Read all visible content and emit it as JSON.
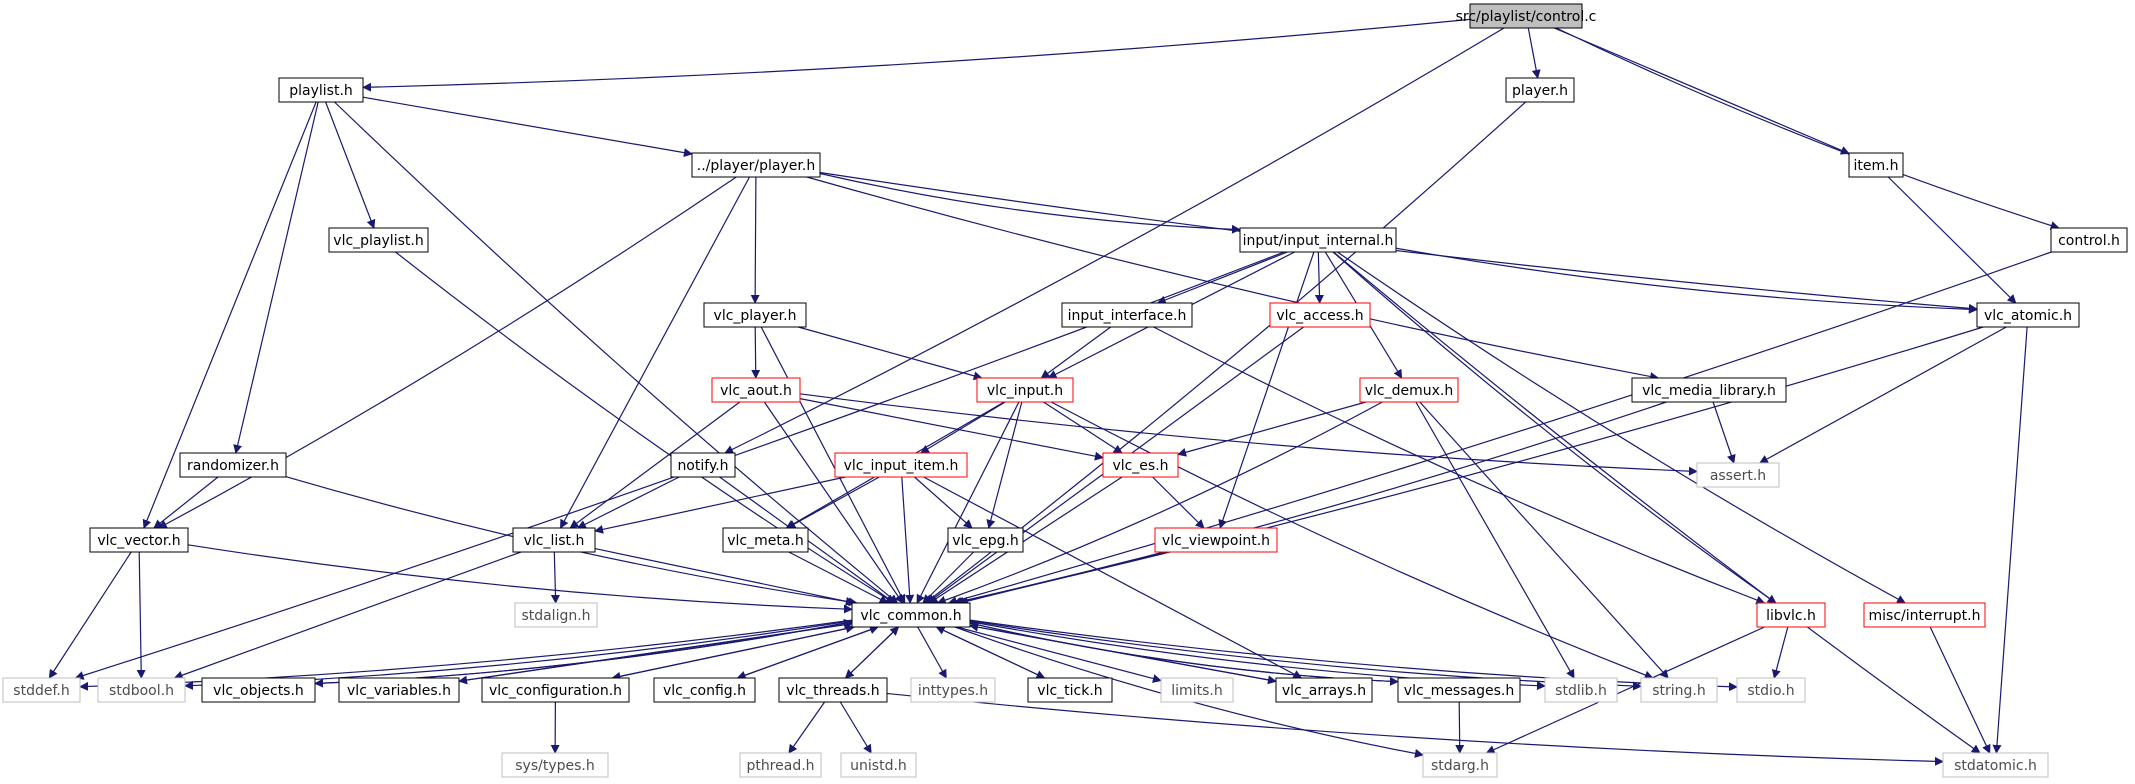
{
  "nodes": {
    "root": "src/playlist/control.c",
    "playlist_h": "playlist.h",
    "player_h": "player.h",
    "item_h": "item.h",
    "control_h": "control.h",
    "player_player_h": "../player/player.h",
    "vlc_playlist_h": "vlc_playlist.h",
    "input_internal_h": "input/input_internal.h",
    "vlc_player_h": "vlc_player.h",
    "input_interface_h": "input_interface.h",
    "vlc_access_h": "vlc_access.h",
    "vlc_atomic_h": "vlc_atomic.h",
    "vlc_aout_h": "vlc_aout.h",
    "vlc_input_h": "vlc_input.h",
    "vlc_demux_h": "vlc_demux.h",
    "vlc_media_library_h": "vlc_media_library.h",
    "randomizer_h": "randomizer.h",
    "notify_h": "notify.h",
    "vlc_input_item_h": "vlc_input_item.h",
    "vlc_es_h": "vlc_es.h",
    "assert_h": "assert.h",
    "vlc_vector_h": "vlc_vector.h",
    "vlc_list_h": "vlc_list.h",
    "vlc_meta_h": "vlc_meta.h",
    "vlc_epg_h": "vlc_epg.h",
    "vlc_viewpoint_h": "vlc_viewpoint.h",
    "stdalign_h": "stdalign.h",
    "vlc_common_h": "vlc_common.h",
    "libvlc_h": "libvlc.h",
    "misc_interrupt_h": "misc/interrupt.h",
    "stddef_h": "stddef.h",
    "stdbool_h": "stdbool.h",
    "vlc_objects_h": "vlc_objects.h",
    "vlc_variables_h": "vlc_variables.h",
    "vlc_configuration_h": "vlc_configuration.h",
    "vlc_config_h": "vlc_config.h",
    "vlc_threads_h": "vlc_threads.h",
    "inttypes_h": "inttypes.h",
    "vlc_tick_h": "vlc_tick.h",
    "limits_h": "limits.h",
    "vlc_arrays_h": "vlc_arrays.h",
    "vlc_messages_h": "vlc_messages.h",
    "stdlib_h": "stdlib.h",
    "string_h": "string.h",
    "stdio_h": "stdio.h",
    "sys_types_h": "sys/types.h",
    "pthread_h": "pthread.h",
    "unistd_h": "unistd.h",
    "stdarg_h": "stdarg.h",
    "stdatomic_h": "stdatomic.h"
  },
  "colors": {
    "edge": "#191970",
    "normal_border": "#000000",
    "truncated_border": "#ff0000",
    "system_border": "#bfbfbf",
    "root_fill": "#bfbfbf"
  },
  "edges": [
    [
      "root",
      "playlist_h"
    ],
    [
      "root",
      "player_h"
    ],
    [
      "root",
      "item_h"
    ],
    [
      "root",
      "control_h"
    ],
    [
      "root",
      "notify_h"
    ],
    [
      "playlist_h",
      "player_player_h"
    ],
    [
      "playlist_h",
      "vlc_playlist_h"
    ],
    [
      "playlist_h",
      "randomizer_h"
    ],
    [
      "playlist_h",
      "vlc_vector_h"
    ],
    [
      "playlist_h",
      "vlc_common_h"
    ],
    [
      "player_h",
      "vlc_common_h"
    ],
    [
      "item_h",
      "vlc_atomic_h"
    ],
    [
      "control_h",
      "vlc_common_h"
    ],
    [
      "player_player_h",
      "input_internal_h"
    ],
    [
      "player_player_h",
      "vlc_player_h"
    ],
    [
      "player_player_h",
      "vlc_list_h"
    ],
    [
      "player_player_h",
      "vlc_vector_h"
    ],
    [
      "player_player_h",
      "vlc_atomic_h"
    ],
    [
      "player_player_h",
      "vlc_media_library_h"
    ],
    [
      "vlc_playlist_h",
      "vlc_common_h"
    ],
    [
      "input_internal_h",
      "input_interface_h"
    ],
    [
      "input_internal_h",
      "vlc_access_h"
    ],
    [
      "input_internal_h",
      "vlc_demux_h"
    ],
    [
      "input_internal_h",
      "vlc_atomic_h"
    ],
    [
      "input_internal_h",
      "vlc_input_h"
    ],
    [
      "input_internal_h",
      "vlc_viewpoint_h"
    ],
    [
      "input_internal_h",
      "libvlc_h"
    ],
    [
      "input_internal_h",
      "misc_interrupt_h"
    ],
    [
      "input_internal_h",
      "stddef_h"
    ],
    [
      "input_internal_h",
      "stdatomic_h"
    ],
    [
      "vlc_player_h",
      "vlc_aout_h"
    ],
    [
      "vlc_player_h",
      "vlc_input_h"
    ],
    [
      "vlc_player_h",
      "vlc_common_h"
    ],
    [
      "input_interface_h",
      "vlc_input_h"
    ],
    [
      "input_interface_h",
      "libvlc_h"
    ],
    [
      "vlc_access_h",
      "vlc_common_h"
    ],
    [
      "vlc_atomic_h",
      "assert_h"
    ],
    [
      "vlc_atomic_h",
      "stdatomic_h"
    ],
    [
      "vlc_atomic_h",
      "vlc_common_h"
    ],
    [
      "vlc_aout_h",
      "vlc_list_h"
    ],
    [
      "vlc_aout_h",
      "vlc_es_h"
    ],
    [
      "vlc_aout_h",
      "assert_h"
    ],
    [
      "vlc_aout_h",
      "vlc_common_h"
    ],
    [
      "vlc_input_h",
      "vlc_input_item_h"
    ],
    [
      "vlc_input_h",
      "vlc_es_h"
    ],
    [
      "vlc_input_h",
      "vlc_meta_h"
    ],
    [
      "vlc_input_h",
      "vlc_epg_h"
    ],
    [
      "vlc_input_h",
      "vlc_common_h"
    ],
    [
      "vlc_input_h",
      "string_h"
    ],
    [
      "vlc_demux_h",
      "vlc_es_h"
    ],
    [
      "vlc_demux_h",
      "vlc_common_h"
    ],
    [
      "vlc_demux_h",
      "stdlib_h"
    ],
    [
      "vlc_demux_h",
      "string_h"
    ],
    [
      "vlc_media_library_h",
      "assert_h"
    ],
    [
      "vlc_media_library_h",
      "vlc_common_h"
    ],
    [
      "randomizer_h",
      "vlc_vector_h"
    ],
    [
      "randomizer_h",
      "vlc_common_h"
    ],
    [
      "notify_h",
      "vlc_list_h"
    ],
    [
      "notify_h",
      "vlc_common_h"
    ],
    [
      "vlc_input_item_h",
      "vlc_list_h"
    ],
    [
      "vlc_input_item_h",
      "vlc_meta_h"
    ],
    [
      "vlc_input_item_h",
      "vlc_epg_h"
    ],
    [
      "vlc_input_item_h",
      "vlc_common_h"
    ],
    [
      "vlc_input_item_h",
      "vlc_arrays_h"
    ],
    [
      "vlc_es_h",
      "vlc_viewpoint_h"
    ],
    [
      "vlc_es_h",
      "vlc_common_h"
    ],
    [
      "vlc_vector_h",
      "stddef_h"
    ],
    [
      "vlc_vector_h",
      "stdbool_h"
    ],
    [
      "vlc_vector_h",
      "vlc_common_h"
    ],
    [
      "vlc_list_h",
      "stdalign_h"
    ],
    [
      "vlc_list_h",
      "vlc_common_h"
    ],
    [
      "vlc_list_h",
      "stdbool_h"
    ],
    [
      "vlc_meta_h",
      "vlc_common_h"
    ],
    [
      "vlc_epg_h",
      "vlc_common_h"
    ],
    [
      "vlc_viewpoint_h",
      "vlc_common_h"
    ],
    [
      "vlc_common_h",
      "stddef_h"
    ],
    [
      "vlc_common_h",
      "stdbool_h"
    ],
    [
      "vlc_common_h",
      "vlc_objects_h"
    ],
    [
      "vlc_common_h",
      "vlc_variables_h"
    ],
    [
      "vlc_common_h",
      "vlc_configuration_h"
    ],
    [
      "vlc_common_h",
      "vlc_config_h"
    ],
    [
      "vlc_common_h",
      "vlc_threads_h"
    ],
    [
      "vlc_common_h",
      "inttypes_h"
    ],
    [
      "vlc_common_h",
      "vlc_tick_h"
    ],
    [
      "vlc_common_h",
      "limits_h"
    ],
    [
      "vlc_common_h",
      "vlc_arrays_h"
    ],
    [
      "vlc_common_h",
      "vlc_messages_h"
    ],
    [
      "vlc_common_h",
      "stdlib_h"
    ],
    [
      "vlc_common_h",
      "string_h"
    ],
    [
      "vlc_common_h",
      "stdio_h"
    ],
    [
      "vlc_common_h",
      "stdarg_h"
    ],
    [
      "vlc_objects_h",
      "vlc_common_h"
    ],
    [
      "vlc_variables_h",
      "vlc_common_h"
    ],
    [
      "vlc_configuration_h",
      "vlc_common_h"
    ],
    [
      "vlc_config_h",
      "vlc_common_h"
    ],
    [
      "vlc_threads_h",
      "vlc_common_h"
    ],
    [
      "vlc_tick_h",
      "vlc_common_h"
    ],
    [
      "vlc_arrays_h",
      "vlc_common_h"
    ],
    [
      "vlc_messages_h",
      "vlc_common_h"
    ],
    [
      "vlc_configuration_h",
      "sys_types_h"
    ],
    [
      "vlc_threads_h",
      "pthread_h"
    ],
    [
      "vlc_threads_h",
      "unistd_h"
    ],
    [
      "vlc_threads_h",
      "stdatomic_h"
    ],
    [
      "vlc_messages_h",
      "stdarg_h"
    ],
    [
      "libvlc_h",
      "stdio_h"
    ],
    [
      "libvlc_h",
      "stdarg_h"
    ],
    [
      "misc_interrupt_h",
      "stdatomic_h"
    ]
  ]
}
